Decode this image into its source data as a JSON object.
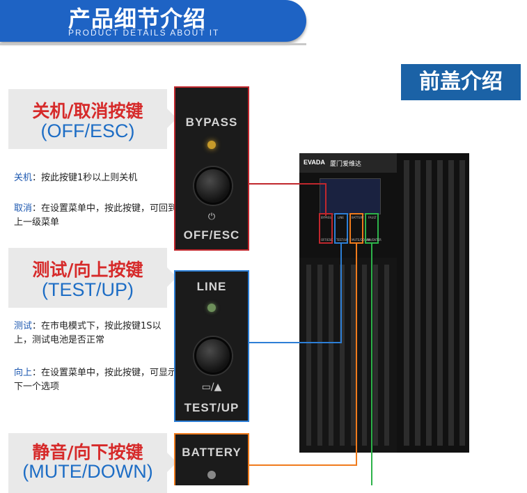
{
  "header": {
    "title": "产品细节介绍",
    "subtitle": "PRODUCT DETAILS ABOUT IT"
  },
  "cover_label": "前盖介绍",
  "colors": {
    "banner": "#1e63c4",
    "off_esc": "#d62a2a",
    "test_up": "#2d7fd6",
    "mute_down": "#f07b1c",
    "fault": "#2db34a",
    "callout_title": "#d62a2a",
    "callout_code": "#1d6dc5"
  },
  "callouts": [
    {
      "title": "关机/取消按键",
      "code": "(OFF/ESC)",
      "desc": [
        {
          "kw": "关机",
          "text": "：按此按键1秒以上则关机"
        },
        {
          "kw": "取消",
          "text": "：在设置菜单中，按此按键，可回到上一级菜单"
        }
      ]
    },
    {
      "title": "测试/向上按键",
      "code": "(TEST/UP)",
      "desc": [
        {
          "kw": "测试",
          "text": "：在市电模式下，按此按键1S以上，测试电池是否正常"
        },
        {
          "kw": "向上",
          "text": "：在设置菜单中，按此按键，可显示下一个选项"
        }
      ]
    },
    {
      "title": "静音/向下按键",
      "code": "(MUTE/DOWN)",
      "desc": []
    }
  ],
  "panels": [
    {
      "top_label": "BYPASS",
      "bottom_label": "OFF/ESC",
      "symbol": "⏻",
      "led_color": "#c79a2a"
    },
    {
      "top_label": "LINE",
      "bottom_label": "TEST/UP",
      "symbol": "▭/▲",
      "led_color": "#6d8f5a"
    },
    {
      "top_label": "BATTERY",
      "bottom_label": "",
      "symbol": "",
      "led_color": "#888"
    }
  ],
  "ups": {
    "brand": "EVADA",
    "brand_cn": "厦门爱维达",
    "buttons": [
      "BYPASS",
      "LINE",
      "BATTERY",
      "FAULT"
    ],
    "button_captions": [
      "OFF/ESC",
      "TEST/UP",
      "MUTE/DOWN",
      "ON/ENTER"
    ]
  }
}
